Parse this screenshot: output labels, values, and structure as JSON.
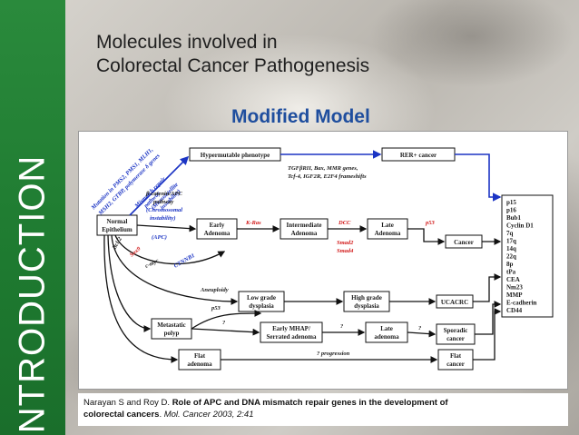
{
  "slide": {
    "sidebar_label": "INTRODUCTION",
    "title_line1": "Molecules involved in",
    "title_line2": "Colorectal Cancer Pathogenesis",
    "subtitle": "Modified Model"
  },
  "diagram": {
    "boxes": {
      "hypermutable": "Hypermutable phenotype",
      "rer": "RER+ cancer",
      "normal_1": "Normal",
      "normal_2": "Epithelium",
      "early_1": "Early",
      "early_2": "Adenoma",
      "intermediate_1": "Intermediate",
      "intermediate_2": "Adenoma",
      "late_1": "Late",
      "late_2": "Adenoma",
      "cancer": "Cancer",
      "low_grade_1": "Low grade",
      "low_grade_2": "dysplasia",
      "high_grade_1": "High grade",
      "high_grade_2": "dysplasia",
      "ucacrc": "UCACRC",
      "metastatic_1": "Metastatic",
      "metastatic_2": "polyp",
      "mhap_1": "Early MHAP/",
      "mhap_2": "Serrated adenoma",
      "late2_1": "Late",
      "late2_2": "adenoma",
      "sporadic_1": "Sporadic",
      "sporadic_2": "cancer",
      "flat_adenoma_1": "Flat",
      "flat_adenoma_2": "adenoma",
      "flat_cancer_1": "Flat",
      "flat_cancer_2": "cancer"
    },
    "labels": {
      "mutation_1": "Mutation in PMS2, PMS1, MLH1,",
      "mutation_2": "MSH2, GTBP, polymerase δ genes",
      "mismatch_1": "Mismatch repair",
      "mismatch_2": "pathway",
      "mismatch_3": "(Microsatellite",
      "mismatch_4": "instability)",
      "tgf_1": "TGFβRII, Bax, MMR genes,",
      "tgf_2": "Tcf-4, IGF2R, E2F4 frameshifts",
      "catenin_1": "β-catenin/APC",
      "catenin_2": "pathway",
      "catenin_3": "(Chromosomal",
      "catenin_4": "instability)",
      "apc": "(APC)",
      "kras": "K-Ras",
      "dcc": "DCC",
      "smad2": "Smad2",
      "smad4": "Smad4",
      "p53_main": "p53",
      "bcl2": "Bcl-2",
      "sox9": "Sox9",
      "cmyc": "c-myc",
      "ctnnb1": "CTNNB1",
      "aneuploidy": "Aneuploidy",
      "p53_low": "p53",
      "q1": "?",
      "q2": "?",
      "q3": "?",
      "progression": "? progression"
    },
    "markers": [
      "p15",
      "p16",
      "Bub1",
      "Cyclin D1",
      "7q",
      "17q",
      "14q",
      "22q",
      "8p",
      "tPa",
      "CEA",
      "Nm23",
      "MMP",
      "E-cadherin",
      "CD44"
    ]
  },
  "citation": {
    "authors": "Narayan S and Roy D.",
    "title_line1": "Role of APC and DNA mismatch repair genes in the development of",
    "title_line2": "colorectal cancers",
    "journal": "Mol. Cancer 2003, 2:41"
  },
  "colors": {
    "sidebar": "#1e7a30",
    "subtitle": "#1f4e9e",
    "arrow_blue": "#1b34c4",
    "arrow_red": "#d21a1a"
  }
}
